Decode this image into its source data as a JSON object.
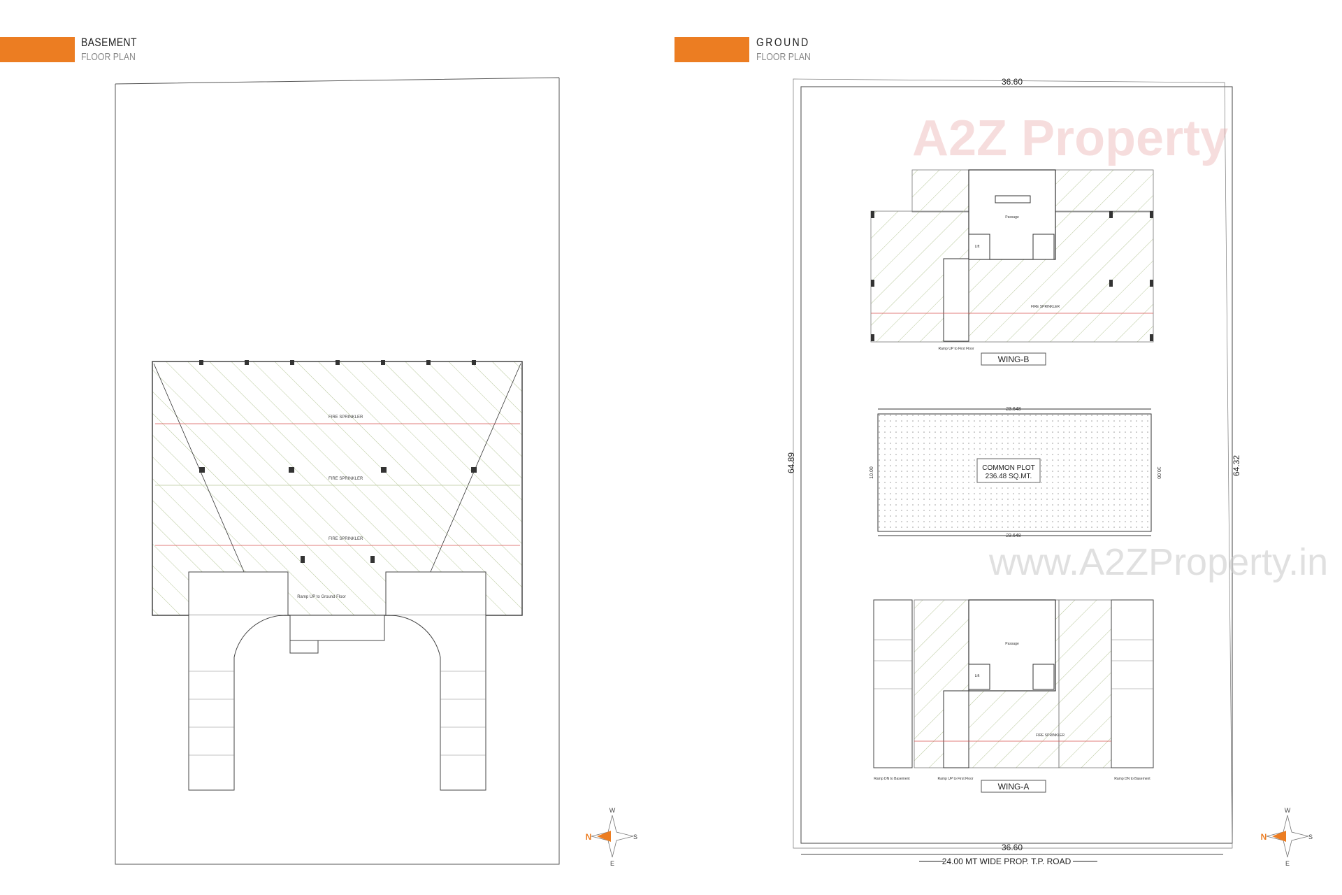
{
  "colors": {
    "accent": "#ec7d22",
    "hatch": "#b7c79a",
    "sprinkler_line": "#d9534f",
    "watermark_grey": "#d0d0d0"
  },
  "basement": {
    "title": "BASEMENT",
    "subtitle": "FLOOR PLAN",
    "labels": {
      "fire_sprinkler": "FIRE SPRINKLER",
      "ramp": "Ramp UP to Ground Floor"
    }
  },
  "ground": {
    "title": "GROUND",
    "subtitle": "FLOOR PLAN",
    "plot_width_top": "36.60",
    "plot_width_bottom": "36.60",
    "plot_length_left": "64.89",
    "plot_length_right": "64.32",
    "road_label": "24.00 MT WIDE PROP. T.P. ROAD",
    "wing_b": {
      "label": "WING-B",
      "ramp": "Ramp UP to First Floor",
      "sprinkler": "FIRE SPRINKLER",
      "passage": "Passage",
      "lift": "Lift"
    },
    "wing_a": {
      "label": "WING-A",
      "ramp_up": "Ramp UP to First Floor",
      "ramp_dn_left": "Ramp DN to Basement",
      "ramp_dn_right": "Ramp DN to Basement",
      "sprinkler": "FIRE SPRINKLER",
      "passage": "Passage",
      "lift": "Lift"
    },
    "common_plot": {
      "name": "COMMON PLOT",
      "area": "236.48 SQ.MT.",
      "width_top": "23.648",
      "width_bottom": "23.648",
      "height_left": "10.00",
      "height_right": "10.00"
    }
  },
  "compass": {
    "n": "N",
    "s": "S",
    "e": "E",
    "w": "W"
  },
  "watermarks": {
    "logo": "A2Z Property",
    "url": "www.A2ZProperty.in"
  }
}
